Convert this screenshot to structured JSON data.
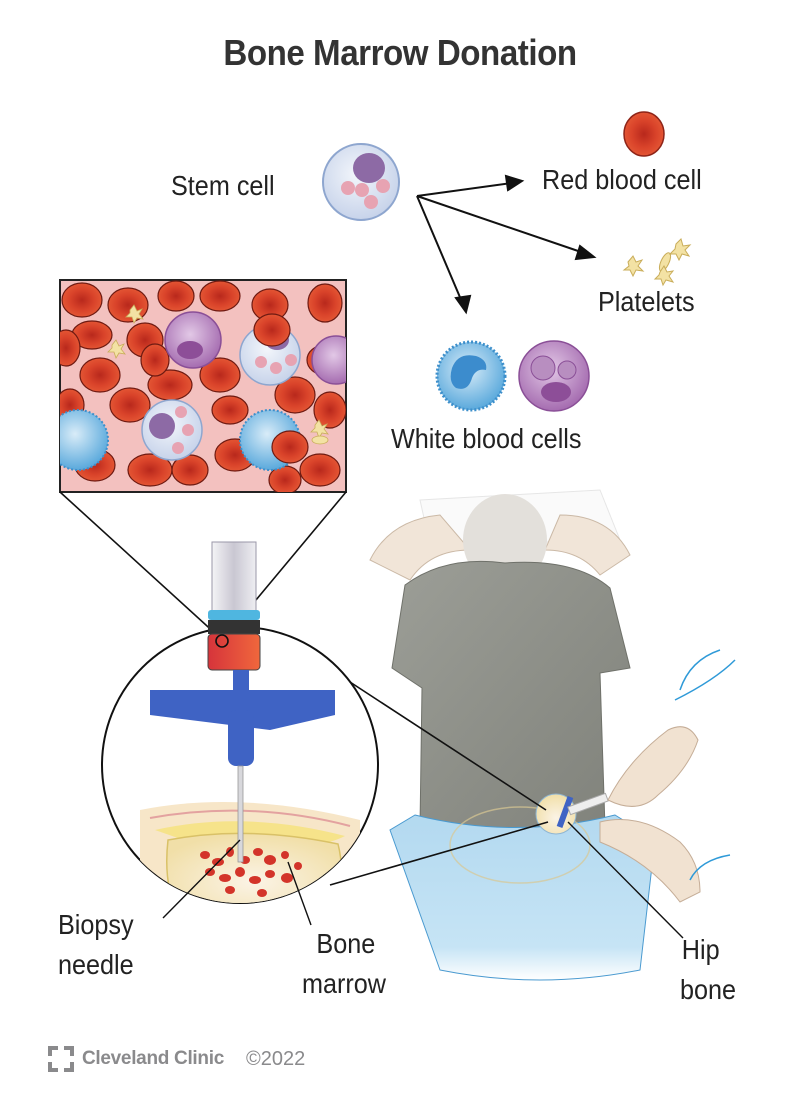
{
  "title": "Bone Marrow Donation",
  "labels": {
    "stem_cell": "Stem cell",
    "red_blood_cell": "Red blood cell",
    "platelets": "Platelets",
    "white_blood_cells": "White blood cells",
    "biopsy_needle_line1": "Biopsy",
    "biopsy_needle_line2": "needle",
    "bone_marrow_line1": "Bone",
    "bone_marrow_line2": "marrow",
    "hip_bone_line1": "Hip",
    "hip_bone_line2": "bone"
  },
  "footer": {
    "brand": "Cleveland Clinic",
    "copyright": "©2022"
  },
  "colors": {
    "red_cell": "#d9432a",
    "stem_cell": "#dfe6f4",
    "white_cell_blue": "#5aa9dc",
    "white_cell_purple": "#a56cb0",
    "platelet": "#f3e2a4",
    "syringe_blood": "#e2483a",
    "handle_blue": "#3f63c4",
    "gown_blue": "#bfe0f3",
    "shirt_gray": "#8f918a"
  }
}
